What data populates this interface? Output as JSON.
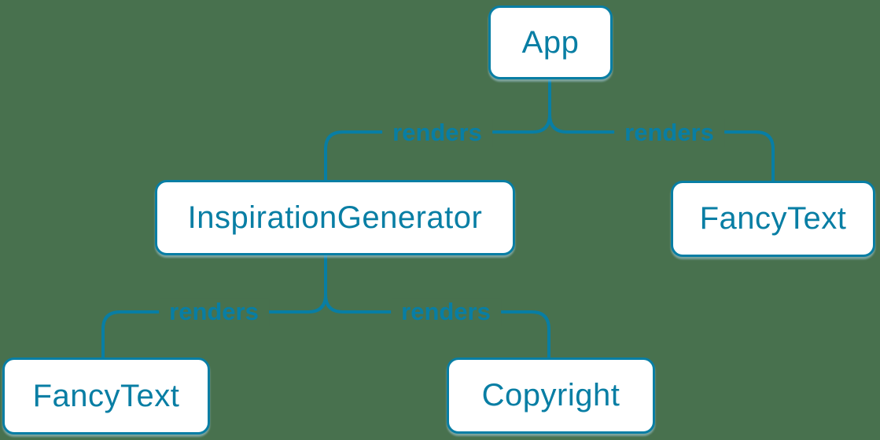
{
  "colors": {
    "background": "#48714e",
    "line": "#087ea4",
    "node_border": "#087ea4",
    "node_fill": "#ffffff",
    "node_text": "#087ea4",
    "edge_label_text": "#087ea4"
  },
  "diagram": {
    "nodes": [
      {
        "id": "app",
        "label": "App"
      },
      {
        "id": "inspiration-generator",
        "label": "InspirationGenerator"
      },
      {
        "id": "fancy-text-top",
        "label": "FancyText"
      },
      {
        "id": "fancy-text-bottom",
        "label": "FancyText"
      },
      {
        "id": "copyright",
        "label": "Copyright"
      }
    ],
    "edges": [
      {
        "from": "App",
        "to": "InspirationGenerator",
        "label": "renders"
      },
      {
        "from": "App",
        "to": "FancyText",
        "label": "renders"
      },
      {
        "from": "InspirationGenerator",
        "to": "FancyText",
        "label": "renders"
      },
      {
        "from": "InspirationGenerator",
        "to": "Copyright",
        "label": "renders"
      }
    ]
  }
}
